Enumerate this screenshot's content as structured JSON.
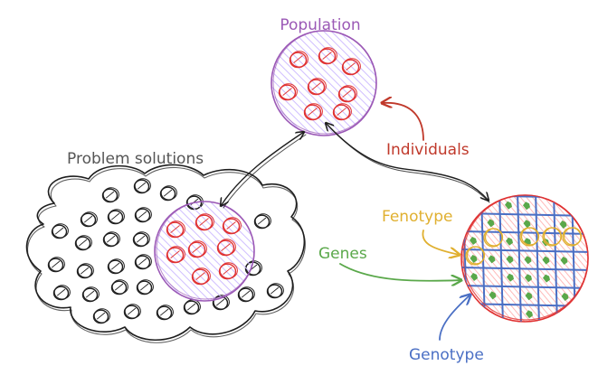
{
  "labels": {
    "population": "Population",
    "individuals": "Individuals",
    "problem_solutions": "Problem solutions",
    "fenotype": "Fenotype",
    "genes": "Genes",
    "genotype": "Genotype"
  },
  "colors": {
    "population": "#9b59b6",
    "individual_red": "#e03131",
    "individuals_label": "#c0392b",
    "black": "#1e1e1e",
    "grey_text": "#555555",
    "fenotype": "#e0b030",
    "genes": "#5aa84a",
    "genotype": "#4a6fc4",
    "purple_fill": "#d0bfff",
    "red_fill": "#ffc9c9"
  }
}
